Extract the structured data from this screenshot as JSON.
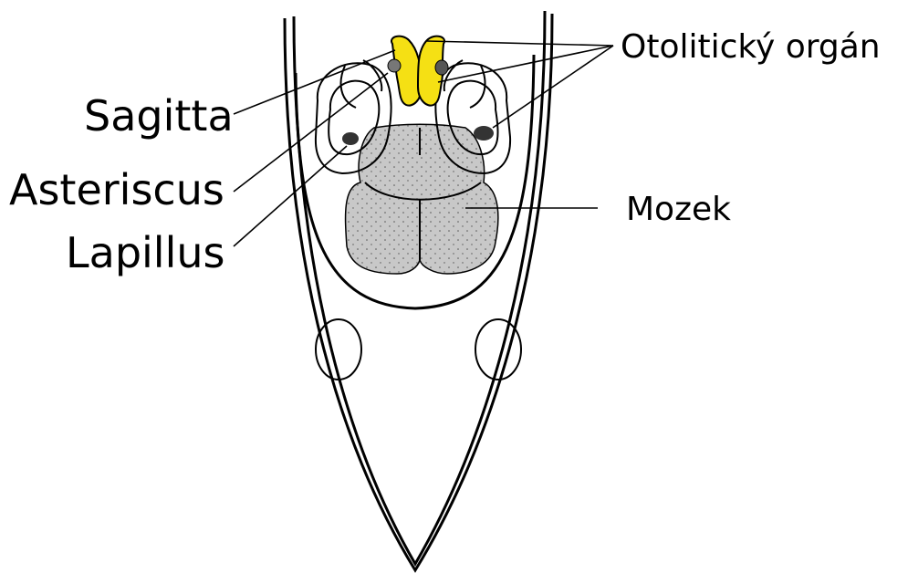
{
  "labels": {
    "sagitta": "Sagitta",
    "asteriscus": "Asteriscus",
    "lapillus": "Lapillus",
    "otolithic_organ": "Otolitický orgán",
    "brain": "Mozek"
  },
  "colors": {
    "otolith_highlight": "#f5e014",
    "brain_fill": "#c8c8c8",
    "line": "#000000",
    "background": "#ffffff"
  }
}
